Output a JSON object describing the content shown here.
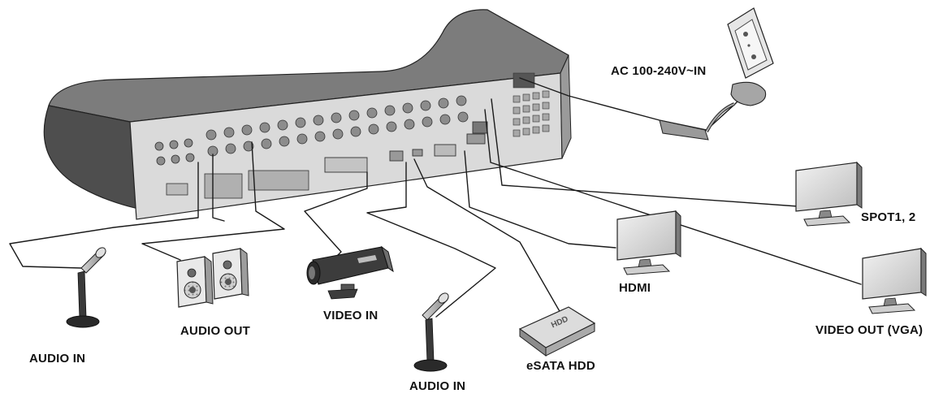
{
  "labels": {
    "ac_in": "AC 100-240V~IN",
    "spot": "SPOT1, 2",
    "hdmi": "HDMI",
    "video_out_vga": "VIDEO OUT (VGA)",
    "esata_hdd": "eSATA HDD",
    "audio_in_right": "AUDIO IN",
    "video_in": "VIDEO IN",
    "audio_out": "AUDIO OUT",
    "audio_in_left": "AUDIO IN",
    "hdd_box_text": "HDD"
  },
  "colors": {
    "body_dark": "#5a5a5a",
    "body_top": "#7c7c7c",
    "panel_light": "#dadada",
    "cable": "#1a1a1a",
    "screen": "#d7d7d7"
  }
}
